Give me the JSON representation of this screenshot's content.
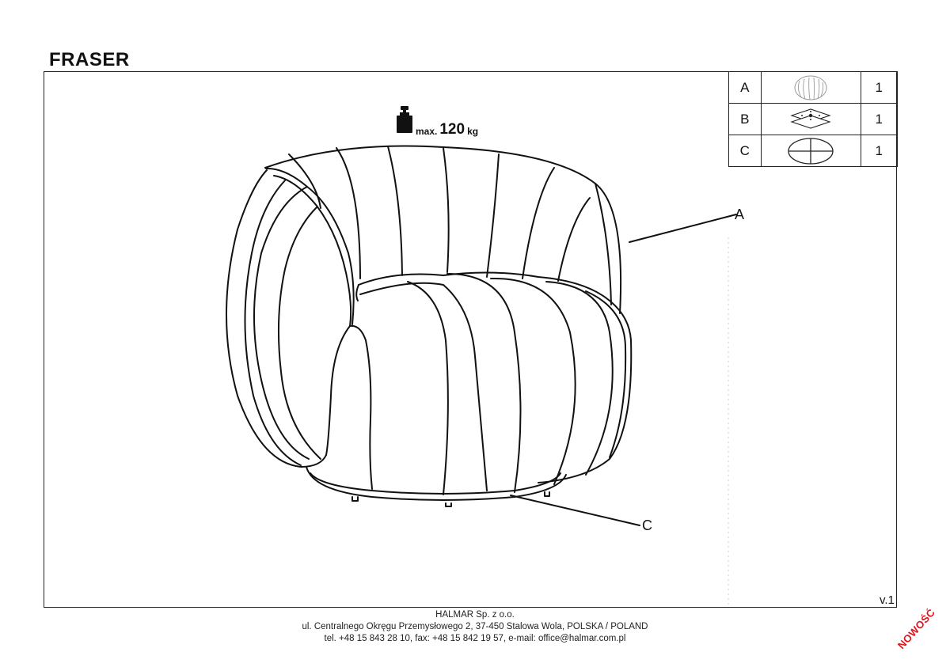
{
  "document": {
    "title": "FRASER",
    "version": "v.1",
    "badge": "NOWOŚĆ"
  },
  "weight": {
    "prefix": "max.",
    "value": "120",
    "unit": "kg"
  },
  "parts": [
    {
      "letter": "A",
      "qty": "1",
      "icon": "armchair-icon"
    },
    {
      "letter": "B",
      "qty": "1",
      "icon": "swivel-plate-icon"
    },
    {
      "letter": "C",
      "qty": "1",
      "icon": "round-base-icon"
    }
  ],
  "callouts": {
    "a": "A",
    "c": "C"
  },
  "footer": {
    "company": "HALMAR Sp. z o.o.",
    "address": "ul. Centralnego Okręgu Przemysłowego 2, 37-450 Stalowa Wola, POLSKA / POLAND",
    "contact": "tel. +48 15 843 28 10, fax: +48 15 842 19 57, e-mail: office@halmar.com.pl"
  }
}
